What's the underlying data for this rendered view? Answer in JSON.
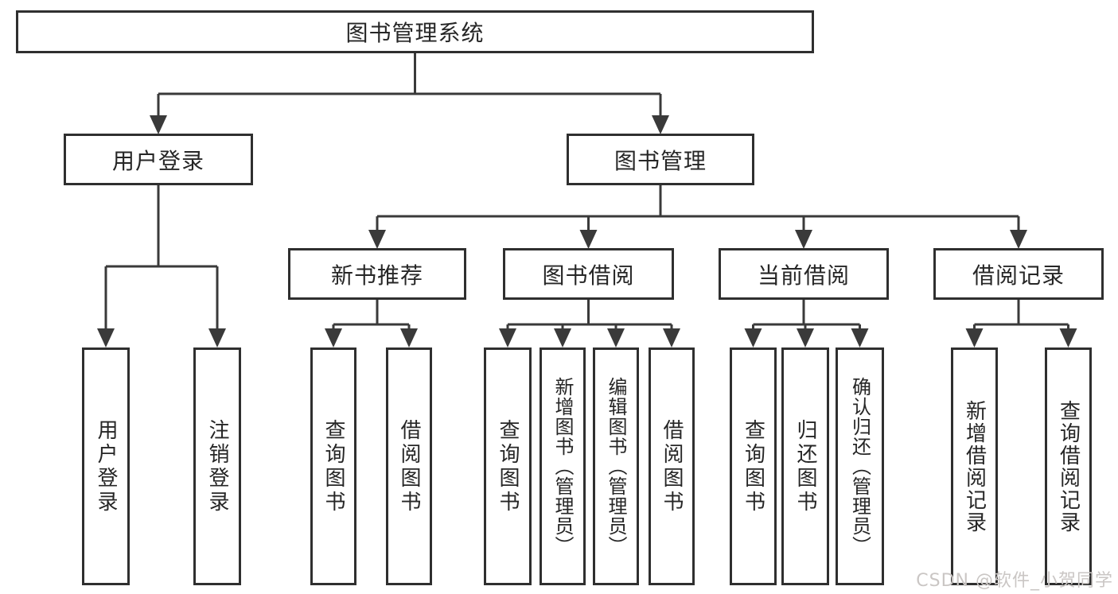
{
  "diagram_type": "hierarchy-chart",
  "colors": {
    "background": "#ffffff",
    "line": "#3a3a3a",
    "box_border": "#2f2f2f",
    "text": "#262626",
    "watermark": "#cac6c4"
  },
  "watermark": "CSDN @软件_小贺同学",
  "nodes": {
    "root": "图书管理系统",
    "user_login": "用户登录",
    "book_mgmt": "图书管理",
    "new_book_rec": "新书推荐",
    "book_borrow": "图书借阅",
    "current_borrow": "当前借阅",
    "borrow_record": "借阅记录",
    "login": "用户登录",
    "logout": "注销登录",
    "rec_query_book": "查询图书",
    "rec_borrow_book": "借阅图书",
    "bb_query_book": "查询图书",
    "bb_add_book": "新增图书（管理员）",
    "bb_edit_book": "编辑图书（管理员）",
    "bb_borrow_book": "借阅图书",
    "cb_query_book": "查询图书",
    "cb_return_book": "归还图书",
    "cb_confirm_return": "确认归还（管理员）",
    "br_add_record": "新增借阅记录",
    "br_query_record": "查询借阅记录"
  },
  "hierarchy": {
    "图书管理系统": {
      "用户登录": [
        "用户登录",
        "注销登录"
      ],
      "图书管理": {
        "新书推荐": [
          "查询图书",
          "借阅图书"
        ],
        "图书借阅": [
          "查询图书",
          "新增图书（管理员）",
          "编辑图书（管理员）",
          "借阅图书"
        ],
        "当前借阅": [
          "查询图书",
          "归还图书",
          "确认归还（管理员）"
        ],
        "借阅记录": [
          "新增借阅记录",
          "查询借阅记录"
        ]
      }
    }
  }
}
